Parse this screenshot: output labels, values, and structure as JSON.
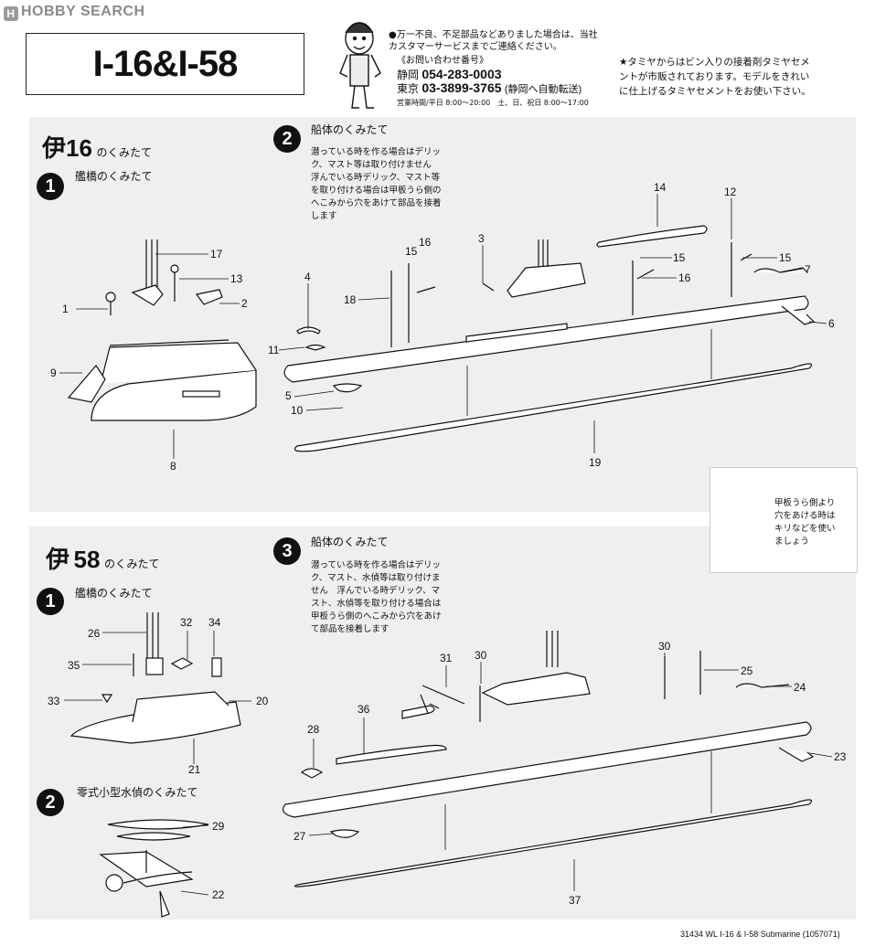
{
  "watermark": "HOBBY SEARCH",
  "title": "I-16&I-58",
  "customer_service": {
    "intro": "●万一不良、不足部品などありました場合は、当社\nカスタマーサービスまでご連絡ください。",
    "label": "《お問い合わせ番号》",
    "shizuoka_city": "静岡",
    "shizuoka_tel": "054-283-0003",
    "tokyo_city": "東京",
    "tokyo_tel": "03-3899-3765",
    "tokyo_note": "(静岡へ自動転送)",
    "hours": "営業時間/平日 8:00〜20:00　土、日、祝日 8:00〜17:00"
  },
  "cement_note": "★タミヤからはビン入りの接着剤タミヤセメ\nントが市販されております。モデルをきれい\nに仕上げるタミヤセメントをお使い下さい。",
  "i16": {
    "heading_kanji": "伊",
    "heading_num": "16",
    "heading_suffix": "のくみたて",
    "step1_num": "1",
    "step1_title": "艦橋のくみたて",
    "step2_num": "2",
    "step2_title": "船体のくみたて",
    "step2_text": "潜っている時を作る場合はデリッ\nク、マスト等は取り付けません\n浮んでいる時デリック、マスト等\nを取り付ける場合は甲板うら側の\nへこみから穴をあけて部品を接着\nします",
    "parts": [
      "1",
      "2",
      "9",
      "13",
      "17",
      "8",
      "3",
      "4",
      "5",
      "6",
      "7",
      "10",
      "11",
      "12",
      "14",
      "15",
      "15",
      "15",
      "16",
      "16",
      "18",
      "19"
    ]
  },
  "tip": {
    "text": "甲板うら側より\n穴をあける時は\nキリなどを使い\nましょう"
  },
  "i58": {
    "heading_kanji": "伊",
    "heading_num": "58",
    "heading_suffix": "のくみたて",
    "step1_num": "1",
    "step1_title": "艦橋のくみたて",
    "step2_num": "2",
    "step2_title": "零式小型水偵のくみたて",
    "step3_num": "3",
    "step3_title": "船体のくみたて",
    "step3_text": "潜っている時を作る場合はデリッ\nク、マスト、水偵等は取り付けま\nせん　浮んでいる時デリック、マ\nスト、水偵等を取り付ける場合は\n甲板うら側のへこみから穴をあけ\nて部品を接着します",
    "parts": [
      "20",
      "21",
      "22",
      "23",
      "24",
      "25",
      "26",
      "27",
      "28",
      "29",
      "30",
      "30",
      "31",
      "32",
      "33",
      "34",
      "35",
      "36",
      "37"
    ]
  },
  "footer": "31434 WL I-16 & I-58 Submarine (1057071)"
}
